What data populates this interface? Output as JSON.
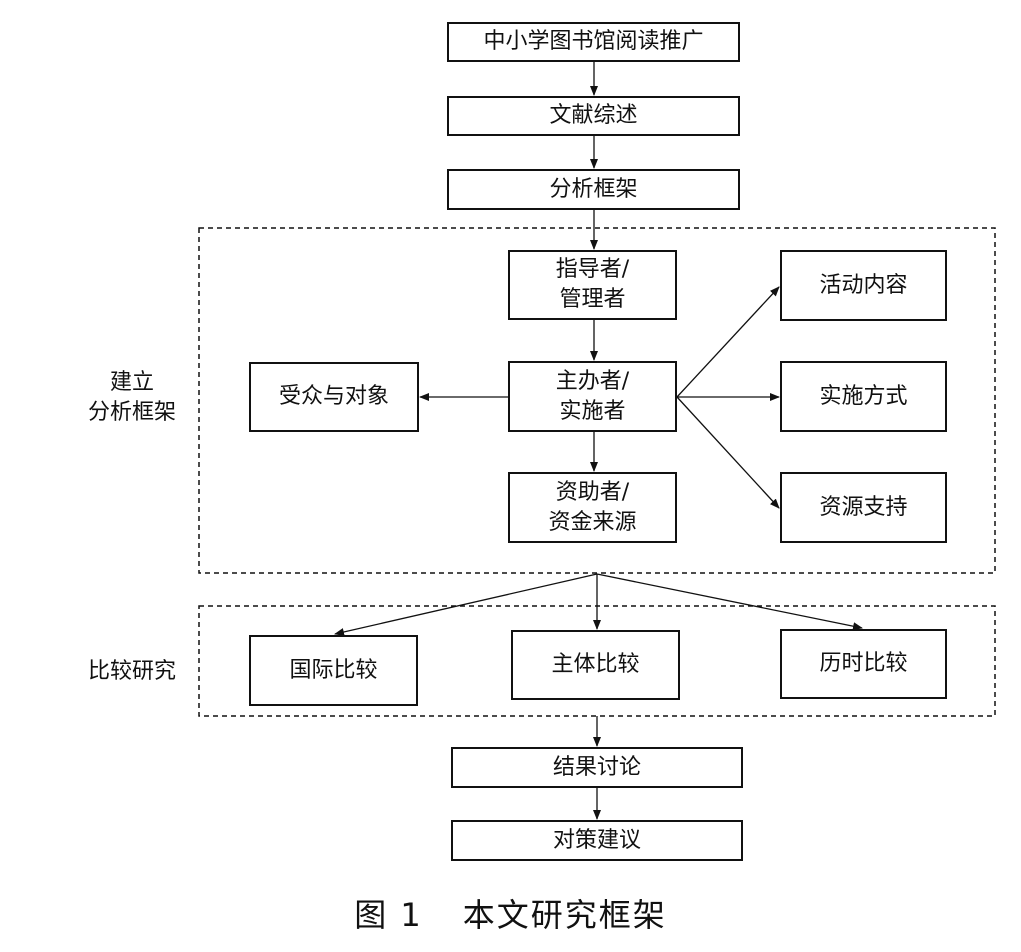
{
  "nodes": {
    "top1": "中小学图书馆阅读推广",
    "top2": "文献综述",
    "top3": "分析框架",
    "guide": "指导者/\n管理者",
    "organizer": "主办者/\n实施者",
    "funder": "资助者/\n资金来源",
    "audience": "受众与对象",
    "content": "活动内容",
    "method": "实施方式",
    "resource": "资源支持",
    "intl": "国际比较",
    "subject": "主体比较",
    "history": "历时比较",
    "result": "结果讨论",
    "policy": "对策建议"
  },
  "groups": {
    "framework": "建立\n分析框架",
    "compare": "比较研究"
  },
  "caption": {
    "number": "图 1",
    "title": "本文研究框架"
  }
}
